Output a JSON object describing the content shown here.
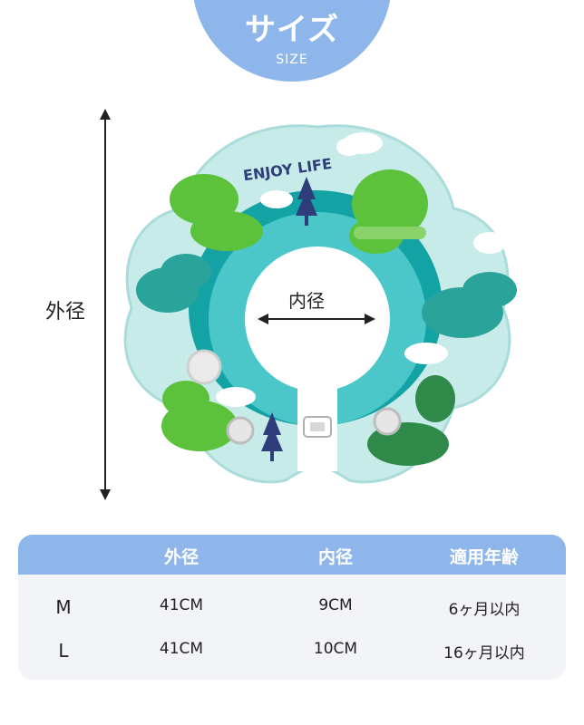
{
  "header": {
    "title": "サイズ",
    "subtitle": "SIZE"
  },
  "labels": {
    "outer": "外径",
    "inner": "内径"
  },
  "product": {
    "print_text": "ENJOY LIFE"
  },
  "table": {
    "headers": [
      "",
      "外径",
      "内径",
      "適用年齢"
    ],
    "rows": [
      {
        "size": "M",
        "outer": "41CM",
        "inner": "9CM",
        "age": "6ヶ月以内"
      },
      {
        "size": "L",
        "outer": "41CM",
        "inner": "10CM",
        "age": "16ヶ月以内"
      }
    ]
  },
  "colors": {
    "accent": "#8fb6ea",
    "table_bg": "#f2f4f8",
    "ring": "#bfe7e6",
    "ring_inner": "#1aa6a6",
    "dino_green": "#5cc23b",
    "dino_teal": "#2aa39b"
  }
}
